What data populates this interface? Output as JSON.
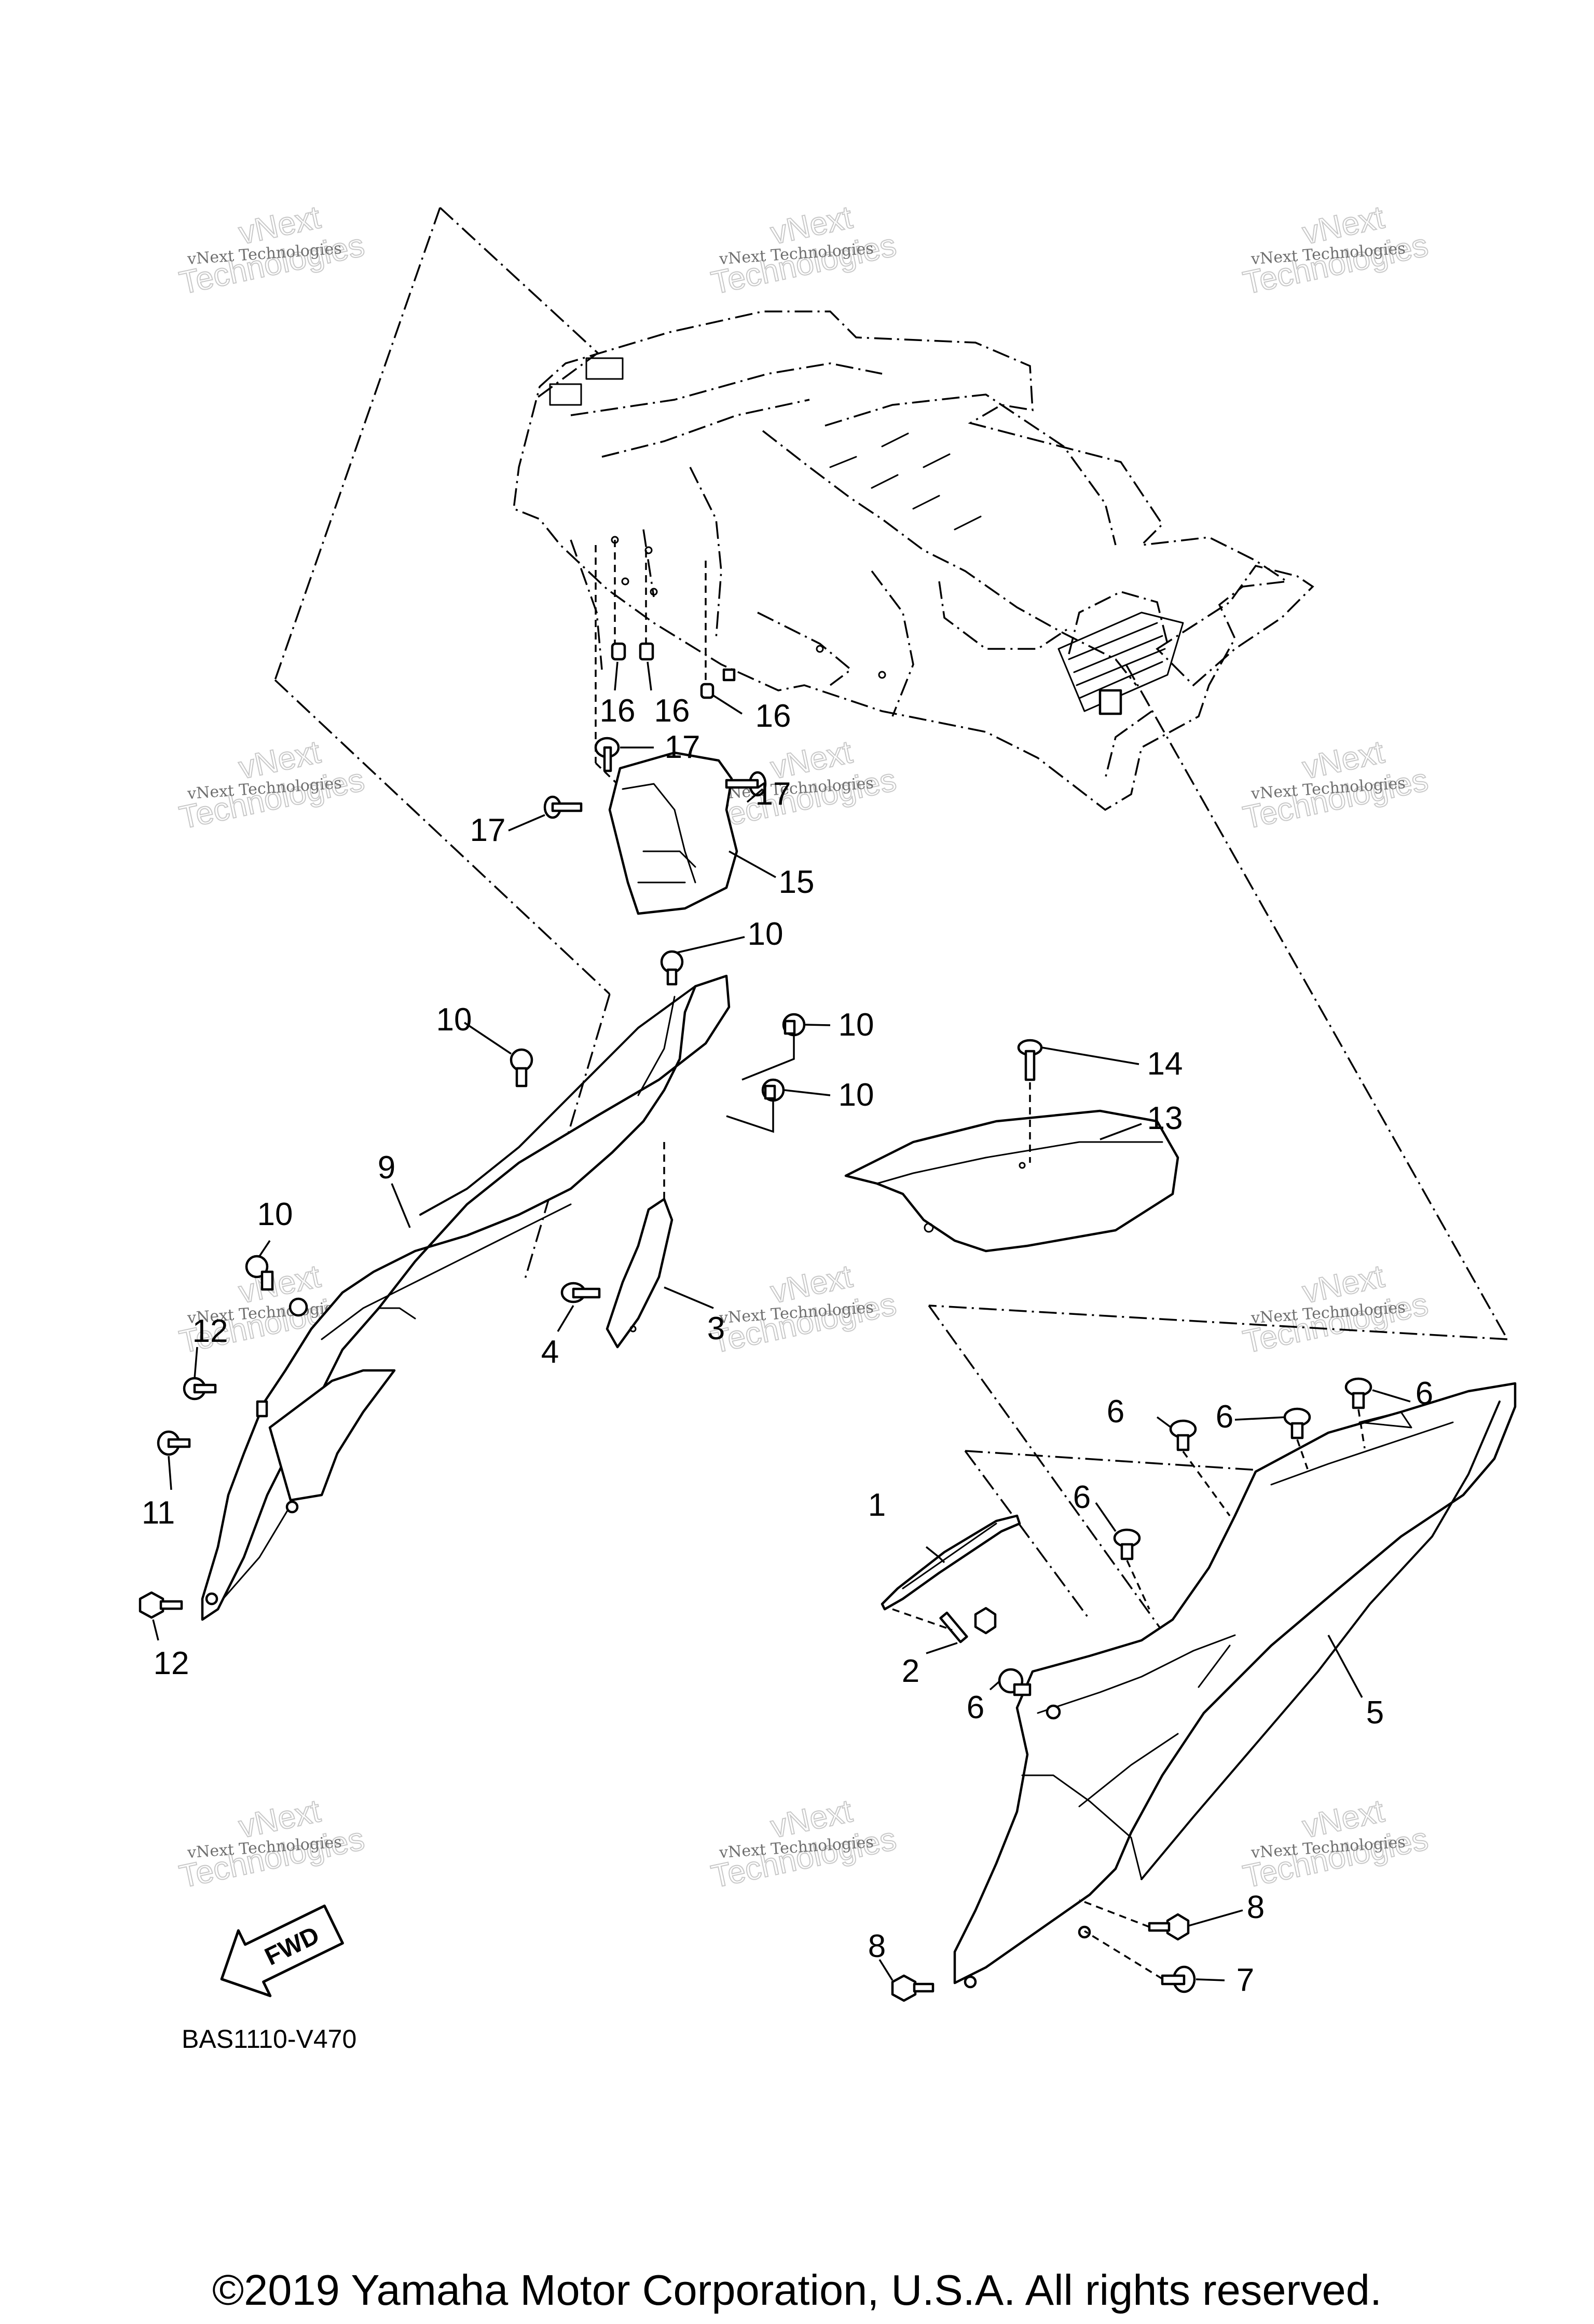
{
  "diagram": {
    "drawing_code": "BAS1110-V470",
    "direction_label": "FWD",
    "copyright": "©2019 Yamaha Motor Corporation, U.S.A. All rights reserved.",
    "watermark": {
      "line1": "vNext Technologies",
      "line2": "vNext",
      "line3": "Technologies"
    },
    "callouts": [
      "1",
      "2",
      "3",
      "4",
      "5",
      "6",
      "6",
      "6",
      "6",
      "6",
      "7",
      "8",
      "8",
      "9",
      "10",
      "10",
      "10",
      "10",
      "10",
      "11",
      "12",
      "12",
      "13",
      "14",
      "15",
      "16",
      "16",
      "16",
      "17",
      "17",
      "17"
    ]
  }
}
